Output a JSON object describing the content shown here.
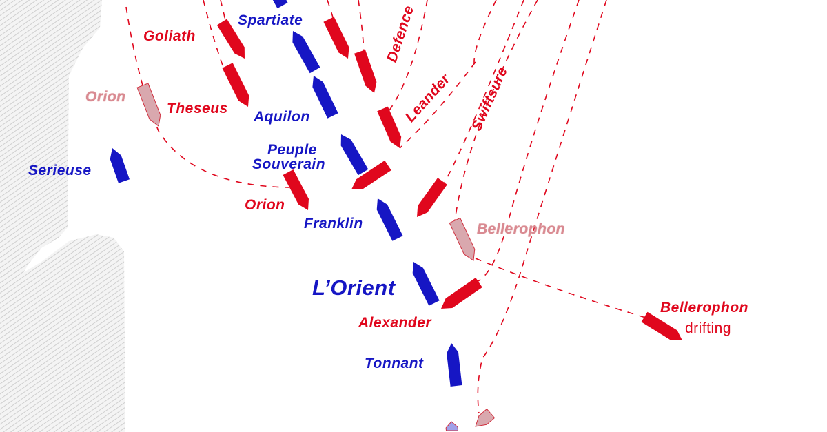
{
  "colors": {
    "british": "#e0071d",
    "french": "#1616c4",
    "sunk_fill": "#d9a8ae",
    "land_hatch": "#d4d4d4"
  },
  "labels": {
    "goliath": "Goliath",
    "spartiate": "Spartiate",
    "defence": "Defence",
    "leander": "Leander",
    "swiftsure": "Swiftsure",
    "orion_faded": "Orion",
    "theseus": "Theseus",
    "aquilon": "Aquilon",
    "peuple": "Peuple",
    "souverain": "Souverain",
    "serieuse": "Serieuse",
    "orion": "Orion",
    "franklin": "Franklin",
    "bellerophon_faded": "Bellerophon",
    "lorient": "L’Orient",
    "alexander": "Alexander",
    "bellerophon": "Bellerophon",
    "drifting": "drifting",
    "tonnant": "Tonnant"
  }
}
